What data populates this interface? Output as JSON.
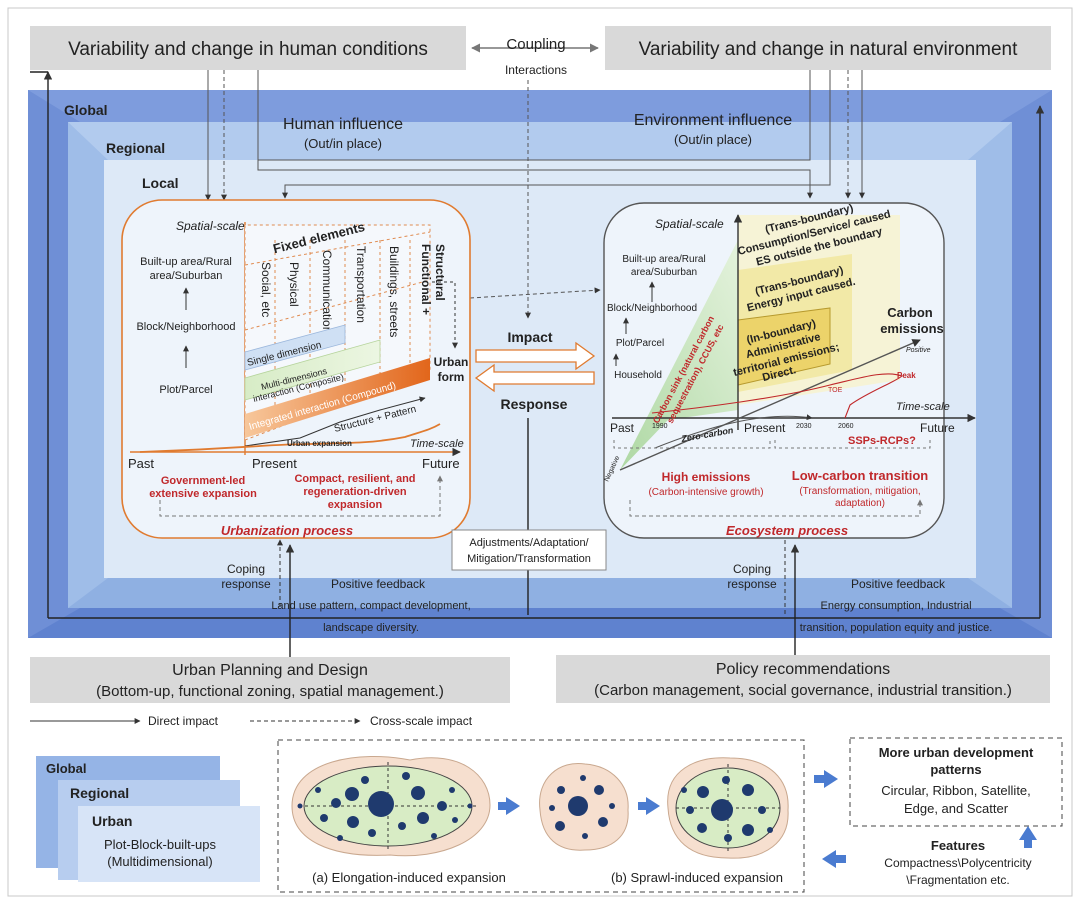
{
  "top": {
    "human_conditions": "Variability and change in human conditions",
    "natural_environment": "Variability and change in natural environment",
    "coupling": "Coupling",
    "interactions": "Interactions"
  },
  "scales": {
    "global": "Global",
    "regional": "Regional",
    "local": "Local"
  },
  "influence": {
    "human_title": "Human influence",
    "human_sub": "(Out/in place)",
    "env_title": "Environment influence",
    "env_sub": "(Out/in place)"
  },
  "urban": {
    "spatial_scale": "Spatial-scale",
    "builtup_1": "Built-up area/Rural",
    "builtup_2": "area/Suburban",
    "block": "Block/Neighborhood",
    "plot": "Plot/Parcel",
    "fixed_elements": "Fixed elements",
    "columns": [
      "Social, etc",
      "Physical",
      "Communication",
      "Transportation",
      "Buildings, streets"
    ],
    "functional": "Functional +",
    "structural": "Structural",
    "single_dimension": "Single dimension",
    "multi_1": "Multi-dimensions",
    "multi_2": "interaction (Composite)",
    "integrated": "Integrated interaction (Compound)",
    "structure_pattern": "Structure + Pattern",
    "urban_expansion": "Urban expansion",
    "time_scale": "Time-scale",
    "past": "Past",
    "present": "Present",
    "future": "Future",
    "gov_1": "Government-led",
    "gov_2": "extensive expansion",
    "compact_1": "Compact, resilient, and",
    "compact_2": "regeneration-driven",
    "compact_3": "expansion",
    "process": "Urbanization process",
    "urban_form_1": "Urban",
    "urban_form_2": "form"
  },
  "center": {
    "impact": "Impact",
    "response": "Response",
    "adjust_1": "Adjustments/Adaptation/",
    "adjust_2": "Mitigation/Transformation"
  },
  "eco": {
    "spatial_scale": "Spatial-scale",
    "builtup_1": "Built-up area/Rural",
    "builtup_2": "area/Suburban",
    "block": "Block/Neighborhood",
    "plot": "Plot/Parcel",
    "household": "Household",
    "trans1_1": "(Trans-boundary)",
    "trans1_2": "Consumption/Service/ caused",
    "trans1_3": "ES outside the boundary",
    "trans2_1": "(Trans-boundary)",
    "trans2_2": "Energy input caused.",
    "in_1": "(In-boundary)",
    "in_2": "Administrative",
    "in_3": "territorial emissions;",
    "in_4": "Direct.",
    "carbon_1": "Carbon",
    "carbon_2": "emissions",
    "positive": "Positive",
    "negative": "Negative",
    "sink_1": "Carbon sink (natural carbon",
    "sink_2": "sequestration), CCUS, etc",
    "zero_carbon": "Zero-carbon",
    "time_scale": "Time-scale",
    "past": "Past",
    "present": "Present",
    "future": "Future",
    "y1990": "1990",
    "y2030": "2030",
    "y2060": "2060",
    "peak": "Peak",
    "toe": "TOE",
    "ssps": "SSPs-RCPs?",
    "high_1": "High emissions",
    "high_2": "(Carbon-intensive growth)",
    "low_1": "Low-carbon transition",
    "low_2": "(Transformation, mitigation,",
    "low_3": "adaptation)",
    "process": "Ecosystem process"
  },
  "feedback": {
    "coping_1": "Coping",
    "coping_2": "response",
    "positive_left": "Positive feedback",
    "left_1": "Land use pattern, compact development,",
    "left_2": "landscape diversity.",
    "coping_r1": "Coping",
    "coping_r2": "response",
    "positive_right": "Positive feedback",
    "right_1": "Energy consumption, Industrial",
    "right_2": "transition, population equity and justice."
  },
  "bottom": {
    "planning_1": "Urban Planning and Design",
    "planning_2": "(Bottom-up, functional zoning, spatial management.)",
    "policy_1": "Policy recommendations",
    "policy_2": "(Carbon management, social governance, industrial transition.)",
    "direct": "Direct impact",
    "cross": "Cross-scale impact"
  },
  "stack": {
    "global": "Global",
    "regional": "Regional",
    "urban": "Urban",
    "plot_1": "Plot-Block-built-ups",
    "plot_2": "(Multidimensional)"
  },
  "expansion": {
    "a": "(a) Elongation-induced expansion",
    "b": "(b) Sprawl-induced expansion"
  },
  "patterns": {
    "title_1": "More urban development",
    "title_2": "patterns",
    "body_1": "Circular, Ribbon, Satellite,",
    "body_2": "Edge, and Scatter"
  },
  "features": {
    "title": "Features",
    "body_1": "Compactness\\Polycentricity",
    "body_2": "\\Fragmentation etc."
  },
  "colors": {
    "global_frame": "#6f8fd6",
    "regional_frame": "#9fbde8",
    "local_frame": "#c6daf2",
    "inner": "#dde9f7",
    "header_gray": "#d9d9d9",
    "accent_orange": "#e07b30",
    "accent_red": "#c0282b"
  }
}
